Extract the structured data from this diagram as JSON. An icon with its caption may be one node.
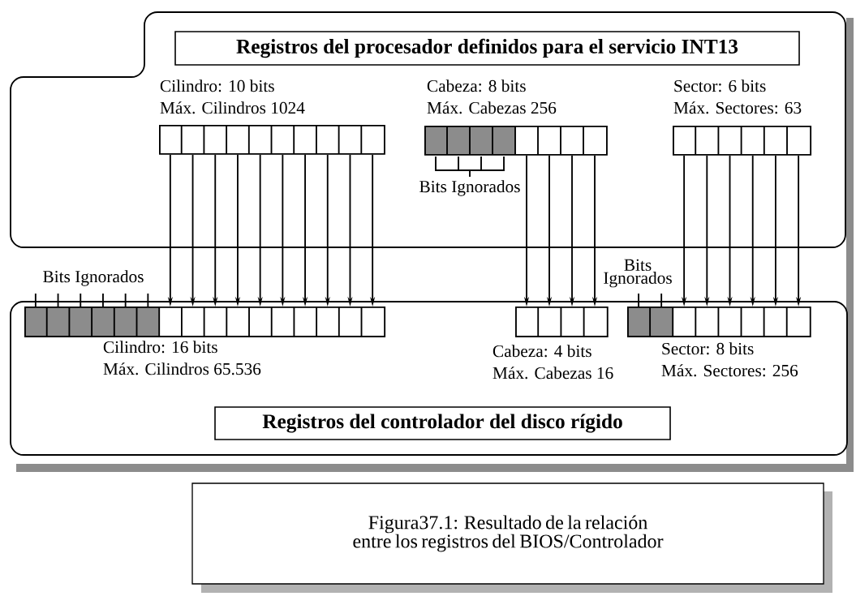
{
  "diagram": {
    "nodes": [
      {
        "text": [],
        "shape": "box"
      },
      {
        "text": [
          "Registros del procesador definidos para el servicio INT13"
        ],
        "in": 0
      },
      {
        "text": [],
        "shape": "box",
        "in": 0,
        "beside": [
          "Cilindro: 10 bits",
          "Máx. Cilindros 1024"
        ]
      },
      {
        "text": [],
        "shape": "box",
        "in": 0,
        "beside": [
          "Cabeza: 8 bits",
          "Máx. Cabezas 256"
        ]
      },
      {
        "text": [],
        "shape": "box",
        "in": 0,
        "beside": [
          "Sector: 6 bits",
          "Máx. Sectores: 63"
        ]
      },
      {
        "text": [],
        "shape": "box"
      },
      {
        "text": [],
        "shape": "box",
        "in": 5,
        "beside": [
          "Cilindro: 16 bits",
          "Máx. Cilindros 65.536"
        ]
      },
      {
        "text": [],
        "shape": "box",
        "in": 5,
        "beside": [
          "Cabeza: 4 bits",
          "Máx. Cabezas 16"
        ]
      },
      {
        "text": [],
        "shape": "box",
        "in": 5,
        "beside": [
          "Sector: 8 bits",
          "Máx. Sectores: 256"
        ]
      },
      {
        "text": [
          "Registros del controlador del disco rígido"
        ],
        "in": 5
      }
    ],
    "edges": [
      {
        "from": 2,
        "to": 6,
        "arrow": "to"
      },
      {
        "from": 2,
        "to": 6,
        "arrow": "to"
      },
      {
        "from": 2,
        "to": 6,
        "arrow": "to"
      },
      {
        "from": 2,
        "to": 6,
        "arrow": "to"
      },
      {
        "from": 2,
        "to": 6,
        "arrow": "to"
      },
      {
        "from": 2,
        "to": 6,
        "arrow": "to"
      },
      {
        "from": 2,
        "to": 6,
        "arrow": "to"
      },
      {
        "from": 2,
        "to": 6,
        "arrow": "to"
      },
      {
        "from": 2,
        "to": 6,
        "arrow": "to"
      },
      {
        "from": 2,
        "to": 6,
        "arrow": "to"
      },
      {
        "from": 3,
        "to": 7,
        "arrow": "to"
      },
      {
        "from": 3,
        "to": 7,
        "arrow": "to"
      },
      {
        "from": 3,
        "to": 7,
        "arrow": "to"
      },
      {
        "from": 3,
        "to": 7,
        "arrow": "to"
      },
      {
        "from": 4,
        "to": 8,
        "arrow": "to"
      },
      {
        "from": 4,
        "to": 8,
        "arrow": "to"
      },
      {
        "from": 4,
        "to": 8,
        "arrow": "to"
      },
      {
        "from": 4,
        "to": 8,
        "arrow": "to"
      },
      {
        "from": 4,
        "to": 8,
        "arrow": "to"
      },
      {
        "from": 4,
        "to": 8,
        "arrow": "to"
      }
    ],
    "labels": [
      "Bits Ignorados",
      "Bits Ignorados",
      "Bits Ignorados"
    ],
    "caption": "Figura37.1: Resultado de la relación entre los registros del BIOS/Controlador"
  }
}
